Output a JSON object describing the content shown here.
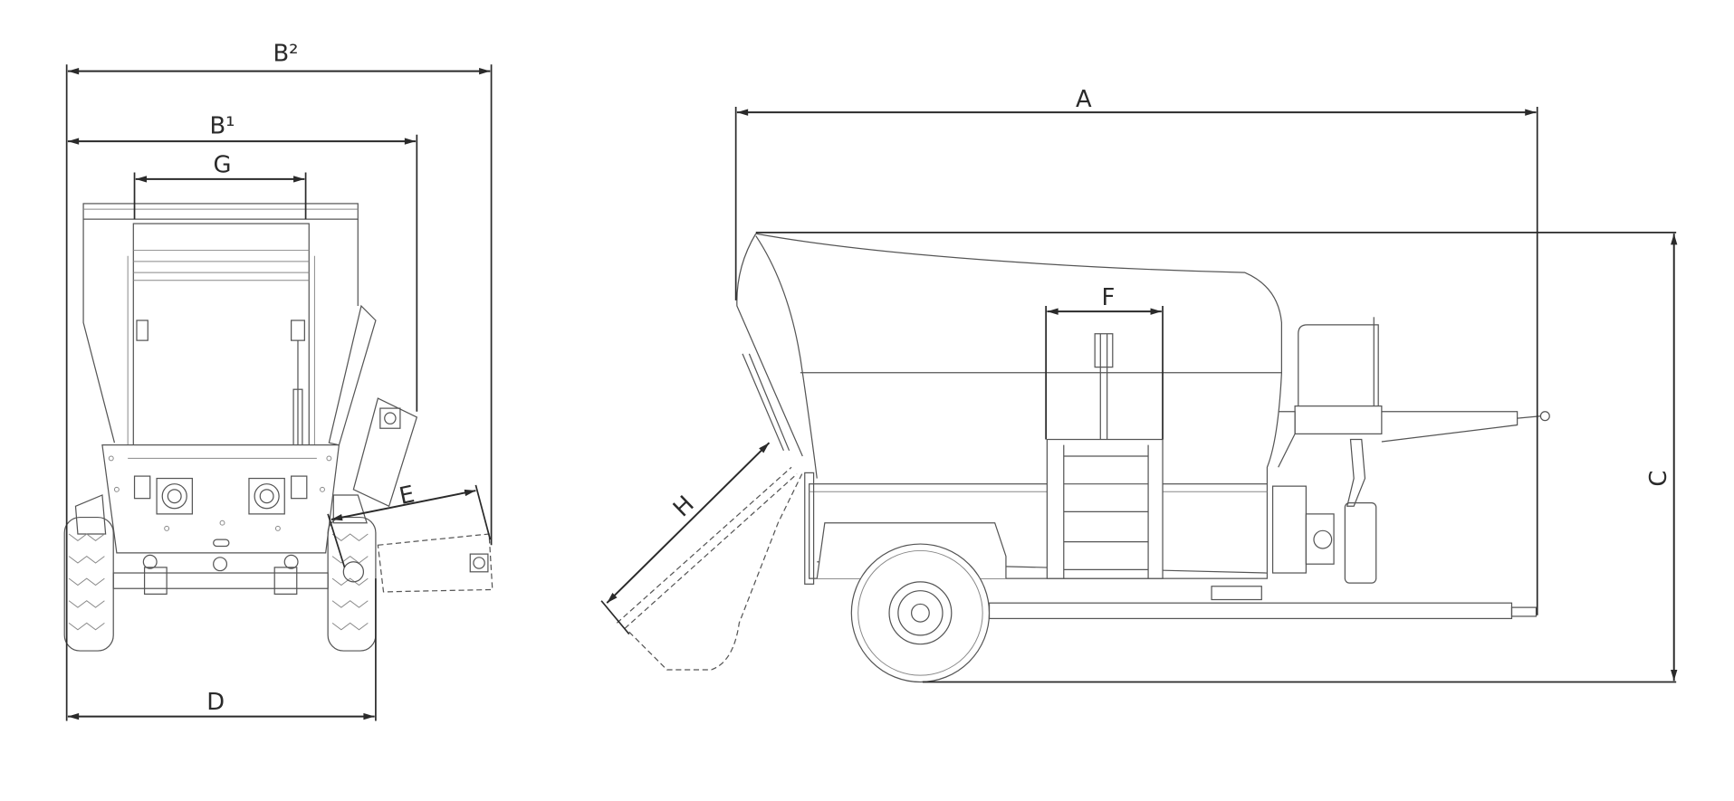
{
  "diagram": {
    "labels": {
      "A": "A",
      "B2": "B²",
      "B1": "B¹",
      "C": "C",
      "D": "D",
      "E": "E",
      "F": "F",
      "G": "G",
      "H": "H"
    },
    "colors": {
      "line": "#2a2a2a",
      "part": "#555555",
      "background": "#ffffff"
    }
  }
}
